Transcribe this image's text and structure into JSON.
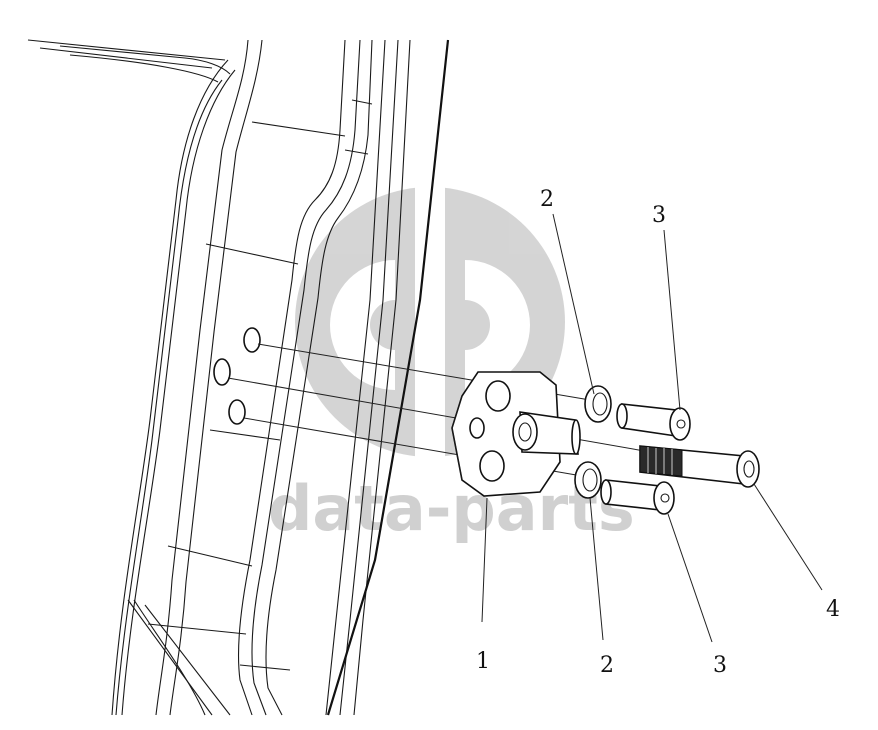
{
  "watermark": {
    "text": "data-parts",
    "color": "#d0d0d0"
  },
  "callouts": [
    {
      "id": "part-1",
      "label": "1"
    },
    {
      "id": "part-2-upper",
      "label": "2"
    },
    {
      "id": "part-2-lower",
      "label": "2"
    },
    {
      "id": "part-3-upper",
      "label": "3"
    },
    {
      "id": "part-3-lower",
      "label": "3"
    },
    {
      "id": "part-4",
      "label": "4"
    }
  ],
  "colors": {
    "line": "#1a1a1a",
    "background": "#ffffff"
  }
}
